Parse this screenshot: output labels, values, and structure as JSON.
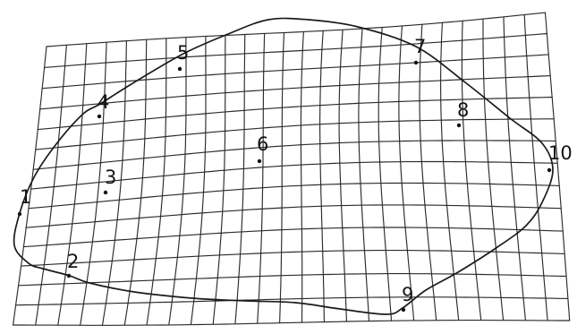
{
  "colors": {
    "background": "#ffffff",
    "line": "#2b2b2b",
    "outline": "#1a1a1a",
    "text": "#151515"
  },
  "landmarks": [
    {
      "id": "1",
      "label": "1"
    },
    {
      "id": "2",
      "label": "2"
    },
    {
      "id": "3",
      "label": "3"
    },
    {
      "id": "4",
      "label": "4"
    },
    {
      "id": "5",
      "label": "5"
    },
    {
      "id": "6",
      "label": "6"
    },
    {
      "id": "7",
      "label": "7"
    },
    {
      "id": "8",
      "label": "8"
    },
    {
      "id": "9",
      "label": "9"
    },
    {
      "id": "10",
      "label": "10"
    }
  ]
}
